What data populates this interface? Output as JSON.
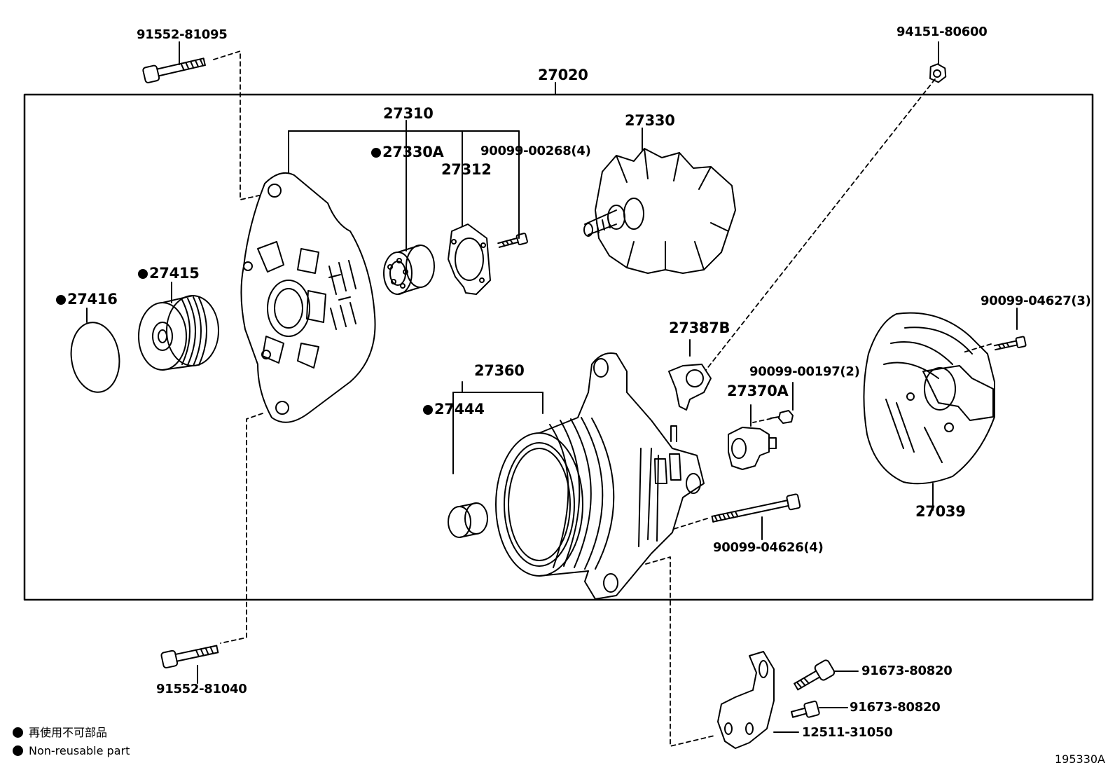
{
  "legend": {
    "marker": "●",
    "jp": "再使用不可部品",
    "en": "Non-reusable part"
  },
  "figure_code": "195330A",
  "parts": {
    "p_27020": "27020",
    "p_91552_81095": "91552-81095",
    "p_94151_80600": "94151-80600",
    "p_27310": "27310",
    "p_27330A": "27330A",
    "p_90099_00268": "90099-00268(4)",
    "p_27312": "27312",
    "p_27330": "27330",
    "p_27415": "27415",
    "p_27416": "27416",
    "p_27387B": "27387B",
    "p_90099_04627": "90099-04627(3)",
    "p_90099_00197": "90099-00197(2)",
    "p_27370A": "27370A",
    "p_27360": "27360",
    "p_27444": "27444",
    "p_27039": "27039",
    "p_90099_04626": "90099-04626(4)",
    "p_91552_81040": "91552-81040",
    "p_91673_80820_a": "91673-80820",
    "p_91673_80820_b": "91673-80820",
    "p_12511_31050": "12511-31050"
  },
  "non_reusable": [
    "27330A",
    "27415",
    "27416",
    "27444"
  ]
}
